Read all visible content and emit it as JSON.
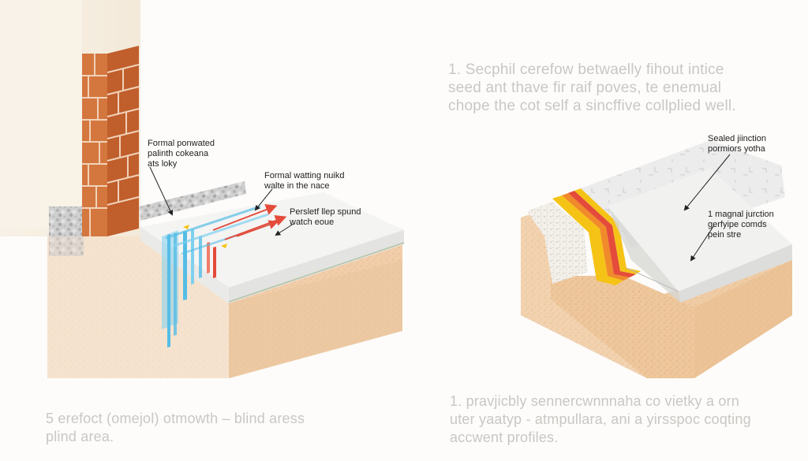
{
  "left_diagram": {
    "callout_1": "Formal ponwated\npalinth cokeana\nats loky",
    "callout_2": "Formal watting nuikd\nwalte in the nace",
    "callout_3": "Persletf llep spund\nwatch eoue",
    "bottom_caption": "5 erefoct (omejol) otmowth – blind aress\nplind area."
  },
  "right_diagram": {
    "top_caption": "1. Secphil cerefow betwaelly fihout intice\nseed ant thave fir raif poves, te enemual\nchope the cot self a sincffive collplied well.",
    "callout_1": "Sealed jiinction\npormiors yotha",
    "callout_2": "1 magnal jurction\ngerfyipe comds\npein stre",
    "bottom_caption": "1. pravjicbly sennercwnnnaha co vietky a orn\nuter yaatyp - atmpullara, ani a yirsspoc coqting\naccwent profiles."
  },
  "colors": {
    "brick": "#cc6a33",
    "sand": "#efc79c",
    "slab": "#f1f1f0",
    "water_blue": "#55bde6",
    "seal_red": "#e44b3a",
    "seal_yellow": "#f5c315"
  }
}
